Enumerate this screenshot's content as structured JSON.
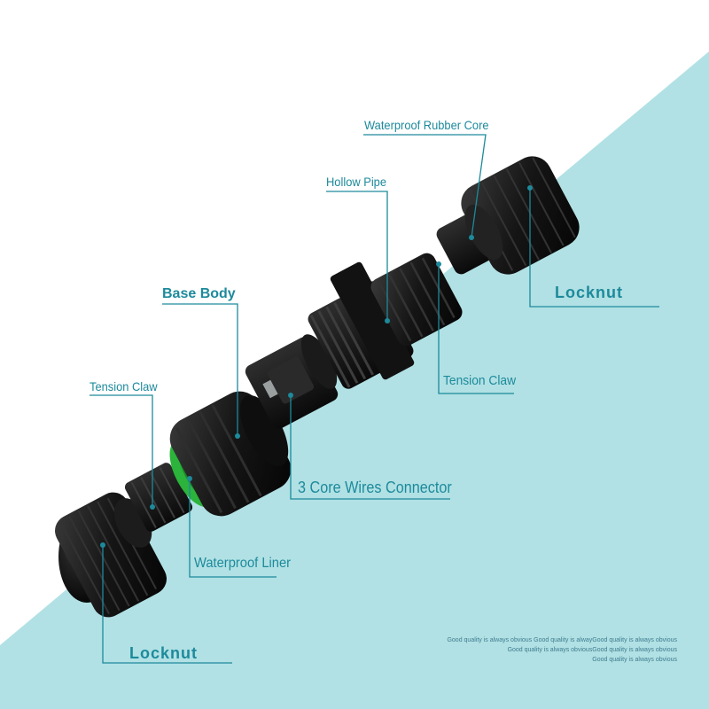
{
  "labels": {
    "waterproof_rubber_core": "Waterproof Rubber Core",
    "hollow_pipe": "Hollow Pipe",
    "locknut_right": "Locknut",
    "base_body": "Base Body",
    "tension_claw_right": "Tension Claw",
    "tension_claw_left": "Tension Claw",
    "three_core_connector": "3 Core Wires Connector",
    "waterproof_liner": "Waterproof Liner",
    "locknut_left": "Locknut"
  },
  "watermark": [
    "Good quality is always obvious Good quality is alwayGood quality is always obvious",
    "Good quality is always obviousGood quality is always obvious",
    "Good quality is always obvious"
  ],
  "colors": {
    "background_white": "#ffffff",
    "background_teal": "#b1e1e4",
    "label_teal": "#1d8a9c",
    "part_black": "#141414",
    "liner_green": "#2bb33b"
  }
}
